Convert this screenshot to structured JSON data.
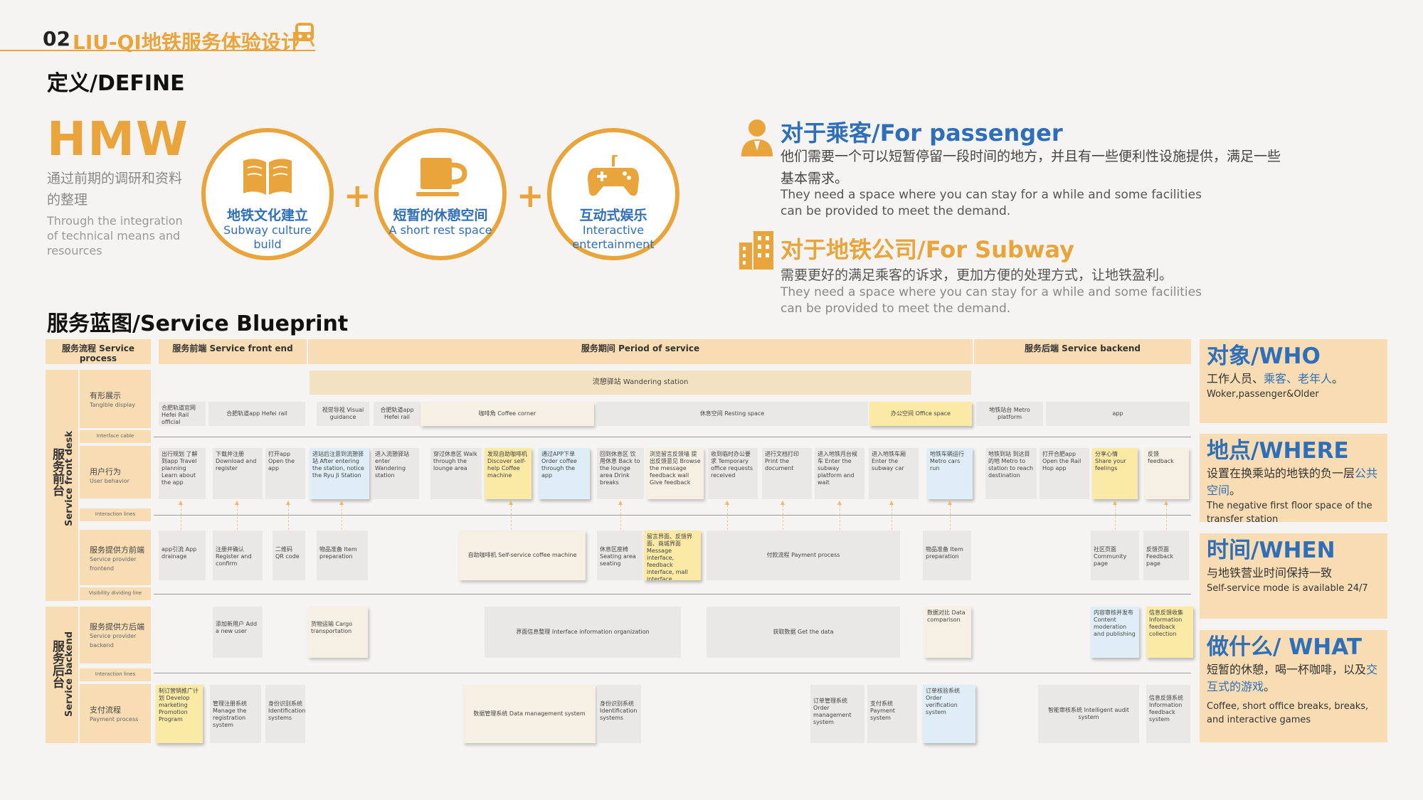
{
  "header": {
    "number": "02",
    "title": "LIU-QI地铁服务体验设计",
    "section": "定义/DEFINE"
  },
  "hmw": {
    "title": "HMW",
    "cn": "通过前期的调研和资料的整理",
    "en": "Through the integration of technical means and resources",
    "circles": [
      {
        "cn": "地铁文化建立",
        "en": "Subway culture build",
        "icon": "book-icon"
      },
      {
        "cn": "短暂的休憩空间",
        "en": "A short rest space",
        "icon": "coffee-cup-icon"
      },
      {
        "cn": "互动式娱乐",
        "en": "Interactive entertainment",
        "icon": "gamepad-icon"
      }
    ],
    "plus": "+"
  },
  "passenger": {
    "title": "对于乘客/For passenger",
    "cn": "他们需要一个可以短暂停留一段时间的地方，并且有一些便利性设施提供，满足一些基本需求。",
    "en": "They need a space where you can stay for a while and some facilities can be provided to meet the demand."
  },
  "subway": {
    "title": "对于地铁公司/For Subway",
    "cn": "需要更好的满足乘客的诉求，更加方便的处理方式，让地铁盈利。",
    "en": "They need a space where you can stay for a while and some facilities can be provided to meet the demand."
  },
  "blueprint": {
    "title": "服务蓝图/Service Blueprint",
    "phases": {
      "process": "服务流程 Service process",
      "front": "服务前端 Service front end",
      "period": "服务期间 Period of service",
      "backend": "服务后端 Service backend"
    },
    "bands": {
      "front_cn": "服务前台",
      "front_en": "Service front desk",
      "back_cn": "服务后台",
      "back_en": "Service backend"
    },
    "lanes": {
      "tangible": "有形展示",
      "tangible_en": "Tangible display",
      "interface": "Interface cable",
      "user": "用户行为",
      "user_en": "User behavior",
      "interaction1": "Interaction lines",
      "frontend": "服务提供方前端",
      "frontend_en": "Service provider frontend",
      "visibility": "Visibility dividing line",
      "backend": "服务提供方后端",
      "backend_en": "Service provider backend",
      "interaction2": "Interaction lines",
      "payment": "支付流程",
      "payment_en": "Payment process"
    },
    "wandering": "流憩驿站 Wandering station",
    "tangible": [
      "合肥轨道官网 Hefei Rail official website",
      "合肥轨道app Hefei rail",
      "视觉导视 Visual guidance",
      "合肥轨道app Hefei rail",
      "咖啡角 Coffee corner",
      "休息空间 Resting space",
      "办公空间 Office space",
      "地铁站台 Metro platform",
      "app"
    ],
    "user": [
      "出行规划 了解到app Travel planning Learn about the app",
      "下载并注册 Download and register",
      "打开app Open the app",
      "进站后注意到流憩驿站 After entering the station, notice the Ryu Ji Station",
      "进入流憩驿站 enter Wandering station",
      "穿过休息区 Walk through the lounge area",
      "发现自助咖啡机 Discover self-help Coffee machine",
      "通过APP下单 Order coffee through the app",
      "回到休息区 饮用休息 Back to the lounge area Drink breaks",
      "浏览留言反馈墙 提出反馈意见 Browse the message feedback wall Give feedback",
      "收到临时办公要求 Temporary office requests received",
      "进行文档打印 Print the document",
      "进入地铁月台候车 Enter the subway platform and wait",
      "进入地铁车厢 Enter the subway car",
      "地铁车辆运行 Metro cars run",
      "地铁到站 到达目的地 Metro to station to reach destination",
      "打开合肥app Open the Rail Hop app",
      "分享心情 Share your feelings",
      "反馈 feedback"
    ],
    "frontend": [
      "app引流 App drainage",
      "注册并确认 Register and confirm",
      "二维码 QR code",
      "物品准备 Item preparation",
      "自助咖啡机 Self-service coffee machine",
      "休息区座椅 Seating area seating",
      "留言界面、反馈界面、商城界面 Message interface, feedback interface, mall interface",
      "付款流程 Payment process",
      "物品准备 Item preparation",
      "社区页面 Community page",
      "反馈页面 Feedback page"
    ],
    "backend": [
      "添加新用户 Add a new user",
      "货物运输 Cargo transportation",
      "界面信息整理 Interface information organization",
      "获取数据 Get the data",
      "数据对比 Data comparison",
      "内容审核并发布 Content moderation and publishing",
      "信息反馈收集 Information feedback collection"
    ],
    "payment": [
      "制订营销推广计划 Develop marketing Promotion Program",
      "管理注册系统 Manage the registration system",
      "身份识别系统 Identification systems",
      "数据管理系统 Data management system",
      "身份识别系统 Identification systems",
      "订单管理系统 Order management system",
      "支付系统 Payment system",
      "订单核验系统 Order verification system",
      "智能审核系统 Intelligent audit system",
      "信息反馈系统 Information feedback system"
    ]
  },
  "panel": {
    "who": {
      "title": "对象/WHO",
      "cn_a": "工作人员、",
      "cn_b": "乘客、老年人",
      "cn_c": "。",
      "en": "Woker,passenger&Older"
    },
    "where": {
      "title": "地点/WHERE",
      "cn_a": "设置在换乘站的地铁的负一层",
      "cn_b": "公共空间",
      "cn_c": "。",
      "en": "The negative first floor space of the transfer station"
    },
    "when": {
      "title": "时间/WHEN",
      "cn": "与地铁营业时间保持一致",
      "en": "Self-service mode is available 24/7"
    },
    "what": {
      "title": "做什么/ WHAT",
      "cn_a": "短暂的休憩，喝一杯咖啡，以及",
      "cn_b": "交互式的游戏",
      "cn_c": "。",
      "en": "Coffee, short office breaks, breaks, and interactive games"
    }
  },
  "colors": {
    "accent": "#e9a43b",
    "blue": "#2f6fb8",
    "band": "#f8ddb4"
  }
}
